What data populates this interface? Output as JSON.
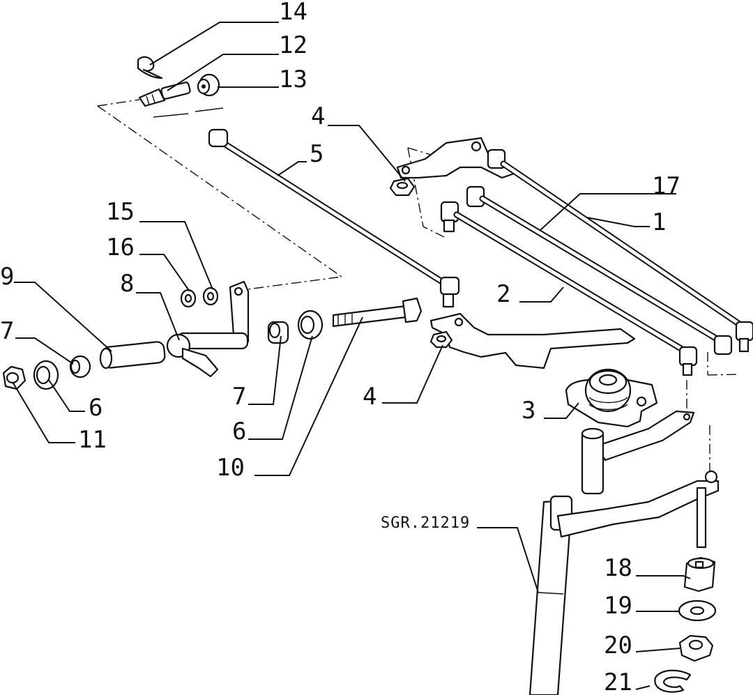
{
  "diagram": {
    "reference_code": "SGR.21219",
    "callouts": [
      {
        "id": "14",
        "label": "14"
      },
      {
        "id": "12",
        "label": "12"
      },
      {
        "id": "13",
        "label": "13"
      },
      {
        "id": "4a",
        "label": "4"
      },
      {
        "id": "5",
        "label": "5"
      },
      {
        "id": "17",
        "label": "17"
      },
      {
        "id": "1",
        "label": "1"
      },
      {
        "id": "15",
        "label": "15"
      },
      {
        "id": "16",
        "label": "16"
      },
      {
        "id": "9",
        "label": "9"
      },
      {
        "id": "8",
        "label": "8"
      },
      {
        "id": "2",
        "label": "2"
      },
      {
        "id": "7a",
        "label": "7"
      },
      {
        "id": "4b",
        "label": "4"
      },
      {
        "id": "6a",
        "label": "6"
      },
      {
        "id": "3",
        "label": "3"
      },
      {
        "id": "7b",
        "label": "7"
      },
      {
        "id": "11",
        "label": "11"
      },
      {
        "id": "6b",
        "label": "6"
      },
      {
        "id": "10",
        "label": "10"
      },
      {
        "id": "18",
        "label": "18"
      },
      {
        "id": "19",
        "label": "19"
      },
      {
        "id": "20",
        "label": "20"
      },
      {
        "id": "21",
        "label": "21"
      }
    ]
  }
}
